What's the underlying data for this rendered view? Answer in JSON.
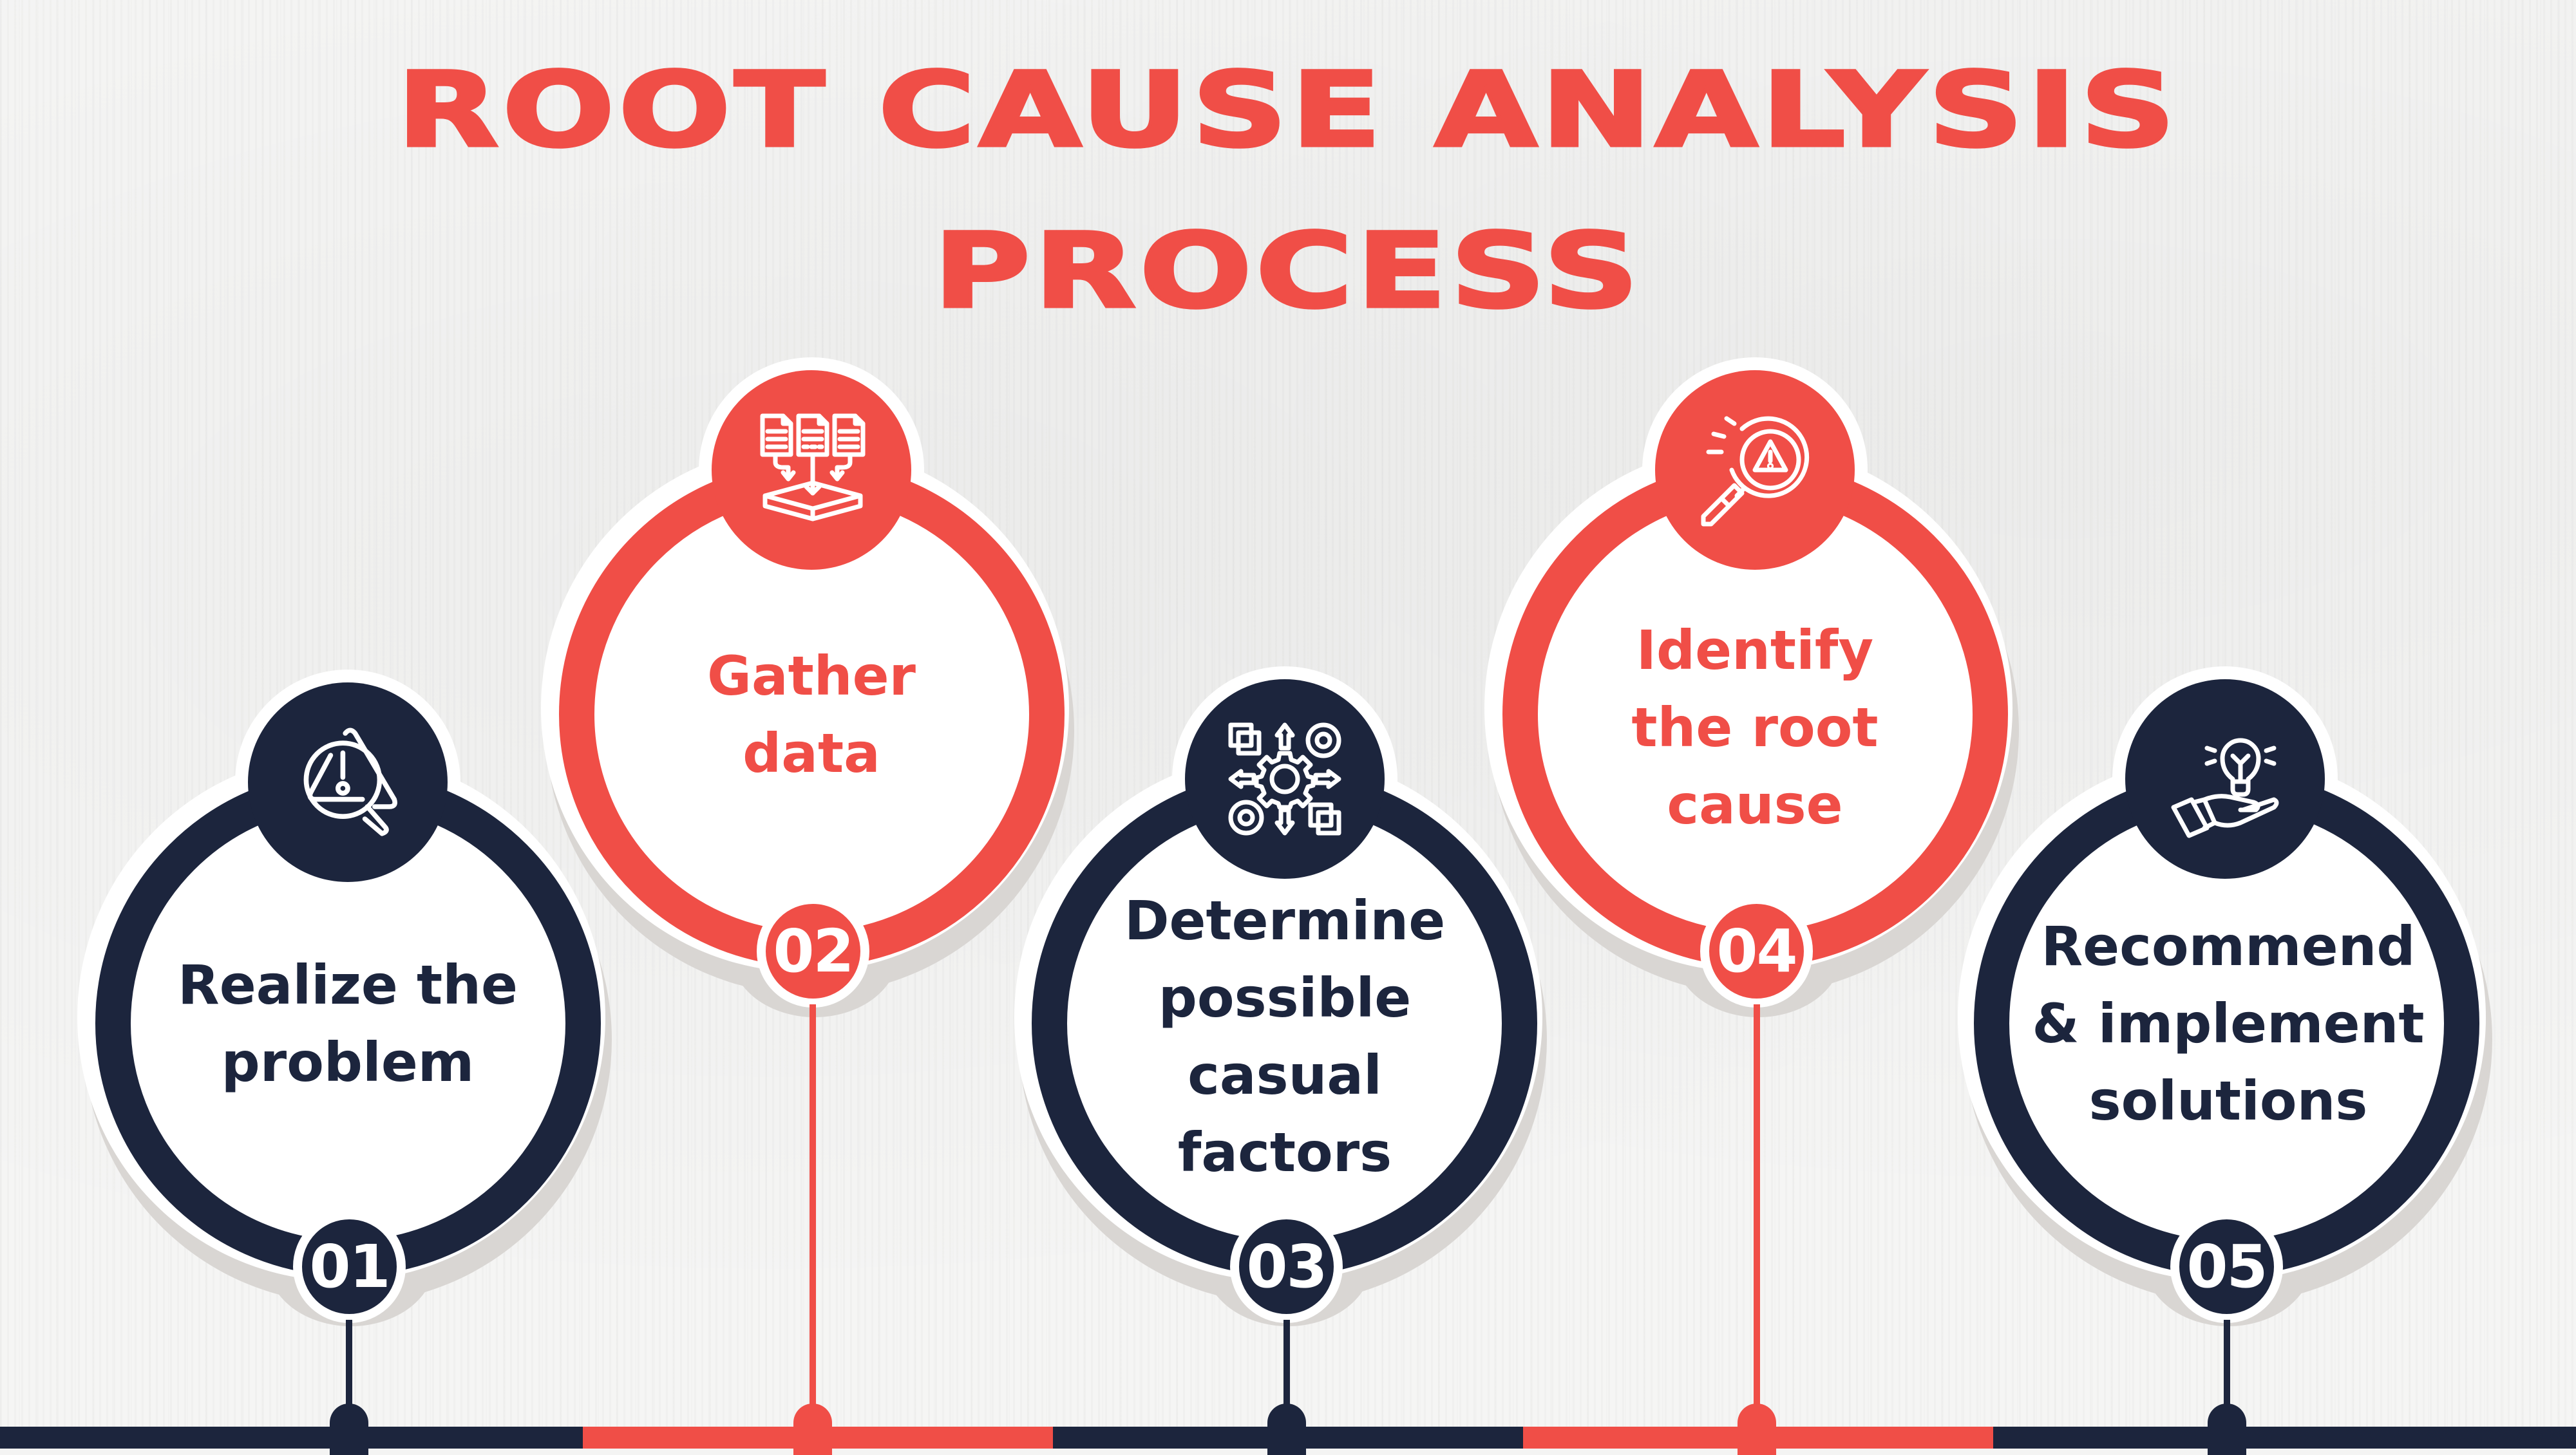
{
  "title": {
    "line1": "ROOT CAUSE ANALYSIS",
    "line2": "PROCESS"
  },
  "colors": {
    "red": "#f04e47",
    "navy": "#1c253d",
    "shadow": "#d9d6d3",
    "background": "#f5f5f4"
  },
  "steps": [
    {
      "number": "01",
      "label": "Realize the\nproblem",
      "icon": "alert-magnifier-icon",
      "color": "navy"
    },
    {
      "number": "02",
      "label": "Gather\ndata",
      "icon": "documents-to-tray-icon",
      "color": "red"
    },
    {
      "number": "03",
      "label": "Determine\npossible\ncasual\nfactors",
      "icon": "gear-arrows-icon",
      "color": "navy"
    },
    {
      "number": "04",
      "label": "Identify\nthe root\ncause",
      "icon": "magnifier-warning-icon",
      "color": "red"
    },
    {
      "number": "05",
      "label": "Recommend\n& implement\nsolutions",
      "icon": "hand-lightbulb-icon",
      "color": "navy"
    }
  ],
  "timeline_segments": [
    "navy",
    "red",
    "navy",
    "red",
    "navy"
  ]
}
